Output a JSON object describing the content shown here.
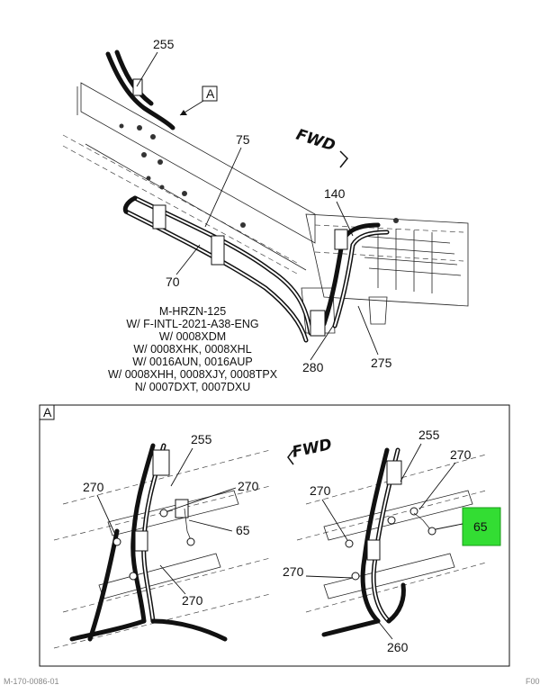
{
  "callouts_top": {
    "c255": "255",
    "c75": "75",
    "c70": "70",
    "c140": "140",
    "c280": "280",
    "c275": "275"
  },
  "view_marker": "A",
  "fwd": "FWD",
  "applicability": [
    "M-HRZN-125",
    "W/ F-INTL-2021-A38-ENG",
    "W/ 0008XDM",
    "W/ 0008XHK, 0008XHL",
    "W/ 0016AUN, 0016AUP",
    "W/ 0008XHH, 0008XJY, 0008TPX",
    "N/ 0007DXT, 0007DXU"
  ],
  "detail": {
    "label": "A",
    "fwd": "FWD",
    "left": {
      "c255": "255",
      "c270a": "270",
      "c270b": "270",
      "c65": "65",
      "c270c": "270"
    },
    "right": {
      "c255": "255",
      "c270a": "270",
      "c270b": "270",
      "c65": "65",
      "c270c": "270",
      "c260": "260"
    }
  },
  "highlight_color": "#33dd33",
  "footer_left": "M-170-0086-01",
  "footer_right": "F00"
}
